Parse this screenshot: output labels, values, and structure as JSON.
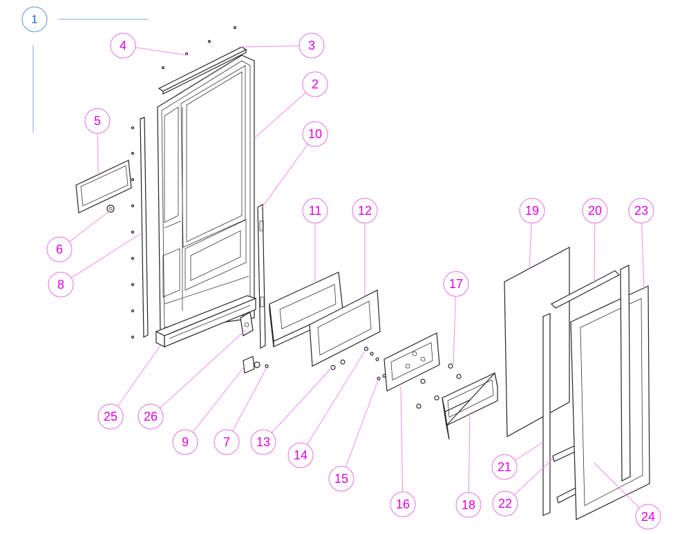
{
  "figure": {
    "number": "1",
    "accent_color": "#2a6fd6"
  },
  "callout_color": "#e000e0",
  "callouts": [
    {
      "label": "2"
    },
    {
      "label": "3"
    },
    {
      "label": "4"
    },
    {
      "label": "5"
    },
    {
      "label": "6"
    },
    {
      "label": "7"
    },
    {
      "label": "8"
    },
    {
      "label": "9"
    },
    {
      "label": "10"
    },
    {
      "label": "11"
    },
    {
      "label": "12"
    },
    {
      "label": "13"
    },
    {
      "label": "14"
    },
    {
      "label": "15"
    },
    {
      "label": "16"
    },
    {
      "label": "17"
    },
    {
      "label": "18"
    },
    {
      "label": "19"
    },
    {
      "label": "20"
    },
    {
      "label": "21"
    },
    {
      "label": "22"
    },
    {
      "label": "23"
    },
    {
      "label": "24"
    },
    {
      "label": "25"
    },
    {
      "label": "26"
    }
  ]
}
